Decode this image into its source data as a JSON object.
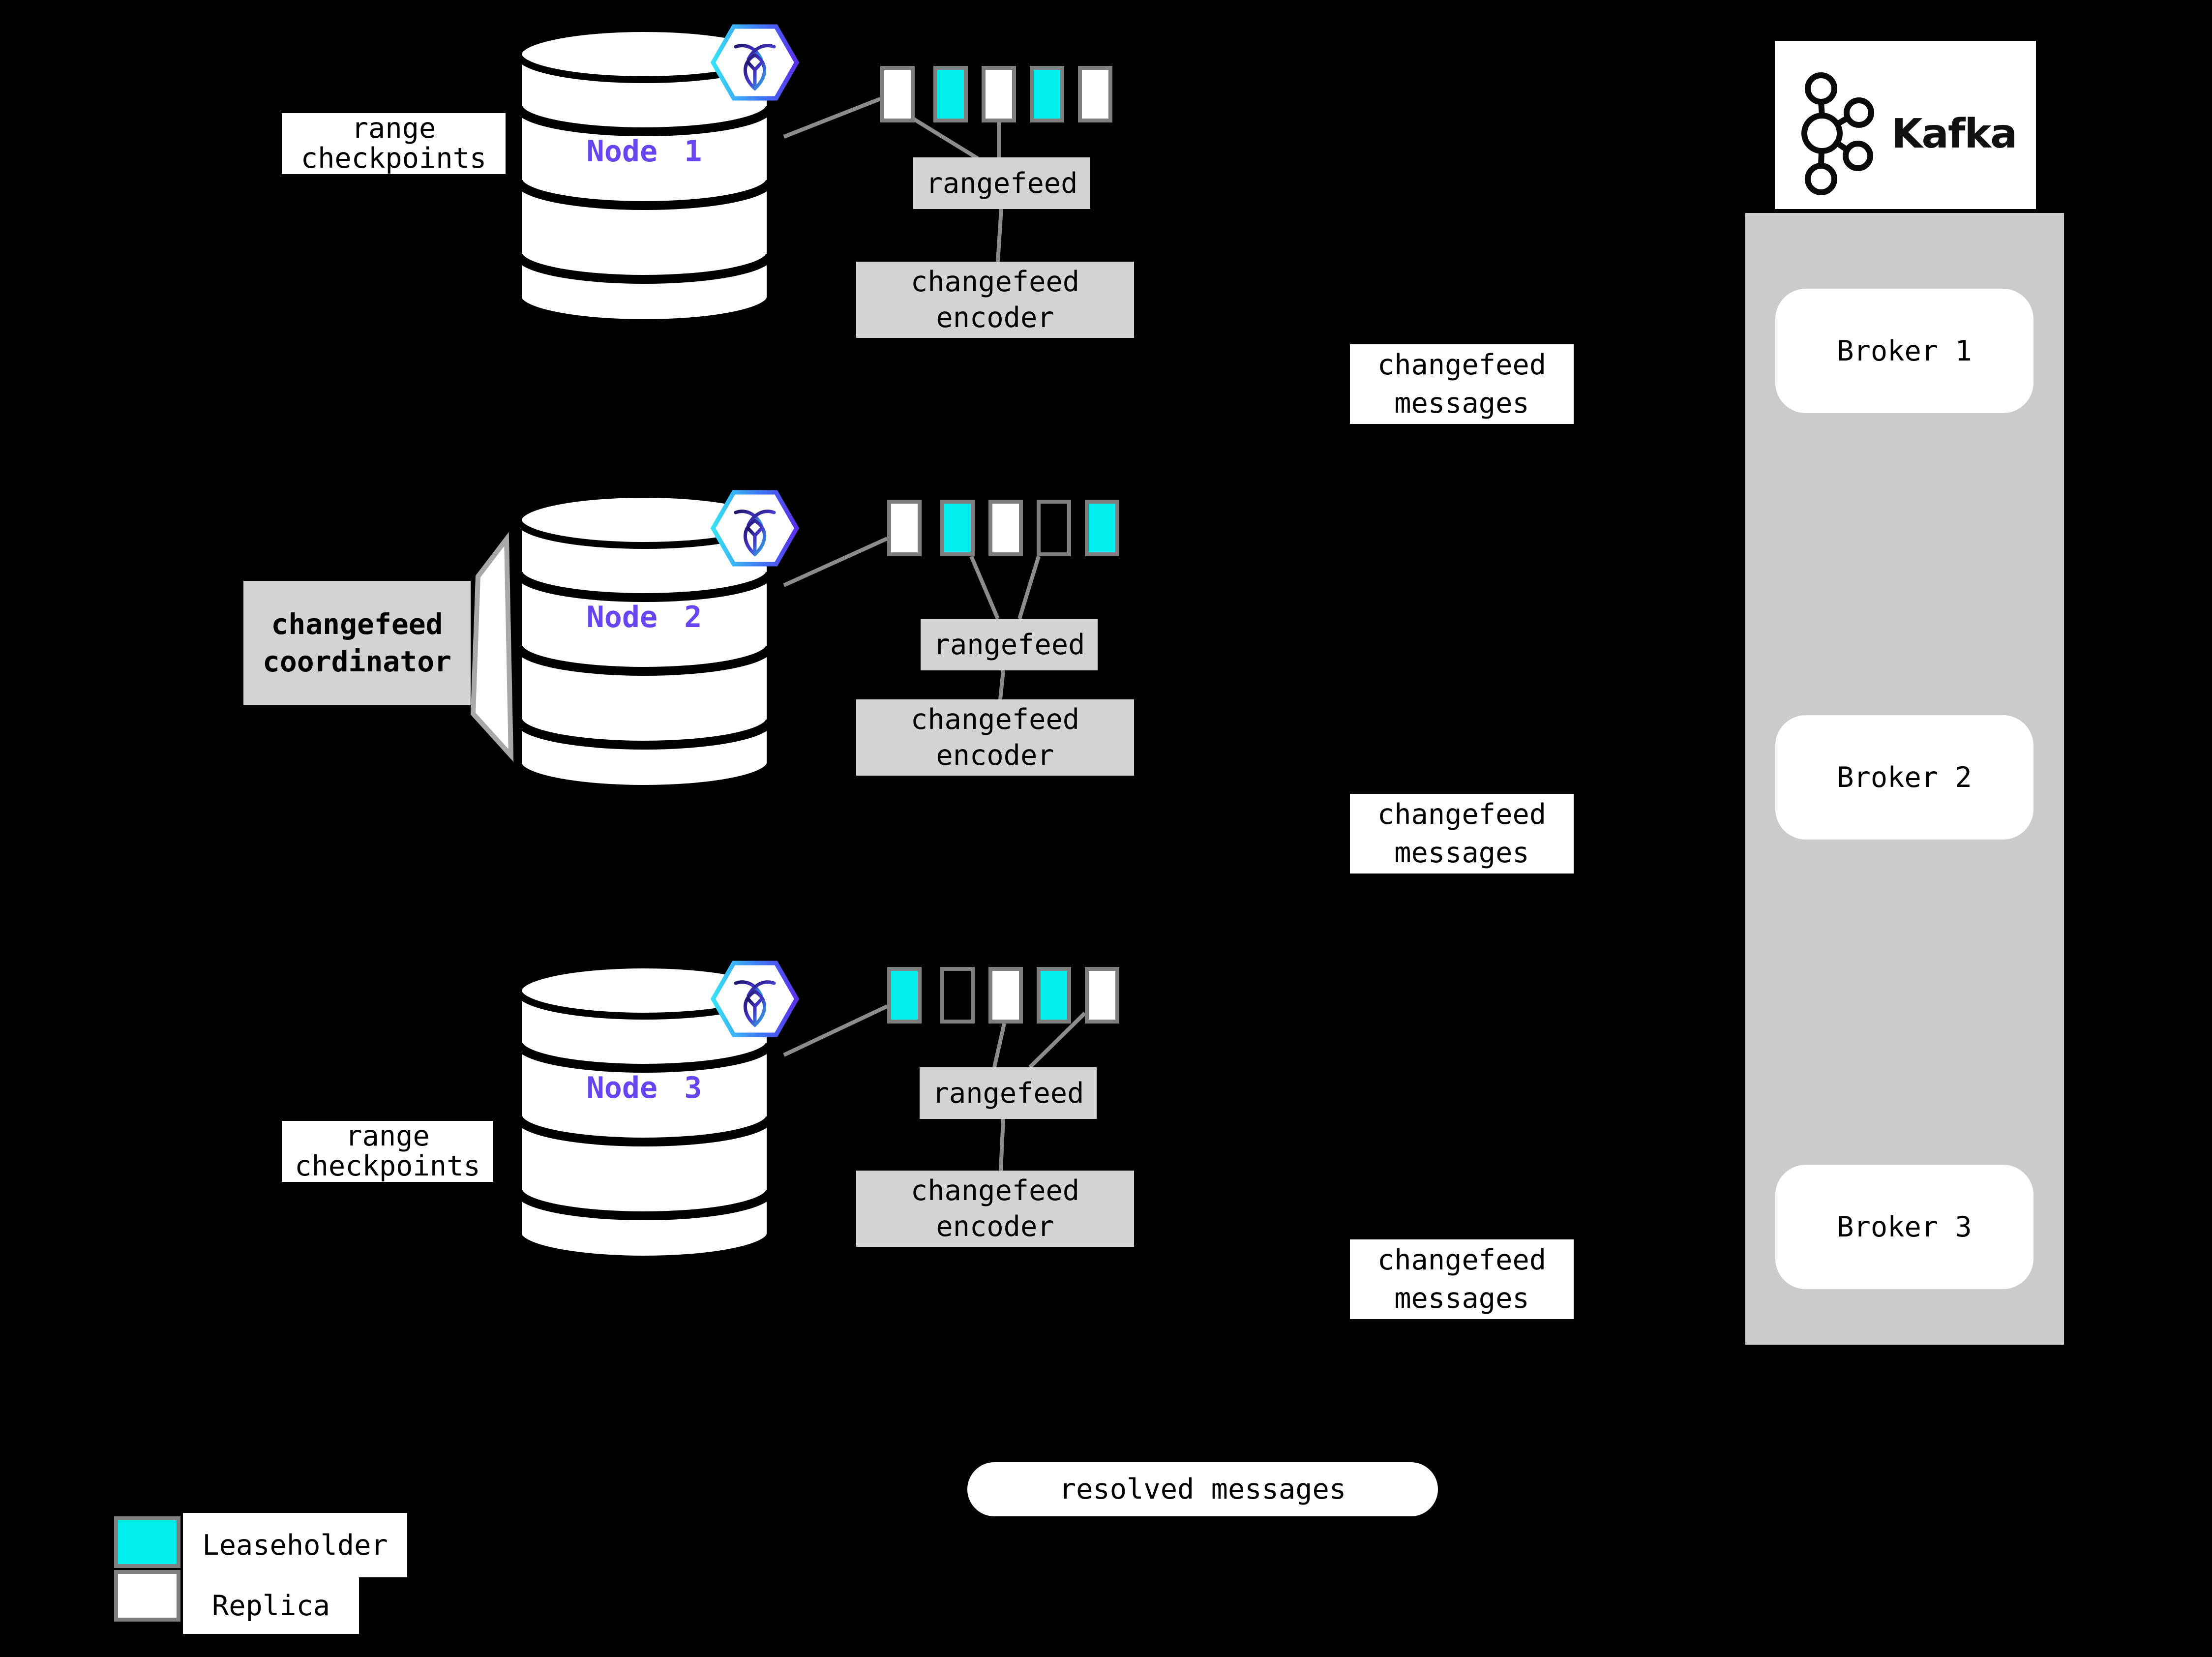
{
  "colors": {
    "background": "#000000",
    "leaseholder_cyan": "#00EEEE",
    "replica_white": "#FFFFFF",
    "process_box_gray": "#D3D3D3",
    "kafka_column_gray": "#CBCBCB",
    "connector_line_gray": "#8C8C8C",
    "range_border_gray": "#7E7E7E",
    "node_name_purple": "#6746EF"
  },
  "nodes": [
    {
      "name": "Node 1",
      "rangefeed_label": "rangefeed",
      "encoder_line1": "changefeed",
      "encoder_line2": "encoder",
      "ranges": [
        "replica",
        "leaseholder",
        "replica",
        "leaseholder",
        "replica"
      ]
    },
    {
      "name": "Node 2",
      "rangefeed_label": "rangefeed",
      "encoder_line1": "changefeed",
      "encoder_line2": "encoder",
      "ranges": [
        "replica",
        "leaseholder",
        "replica",
        "empty",
        "leaseholder"
      ]
    },
    {
      "name": "Node 3",
      "rangefeed_label": "rangefeed",
      "encoder_line1": "changefeed",
      "encoder_line2": "encoder",
      "ranges": [
        "leaseholder",
        "empty",
        "replica",
        "leaseholder",
        "replica"
      ]
    }
  ],
  "labels": {
    "range_checkpoints_line1": "range",
    "range_checkpoints_line2": "checkpoints",
    "changefeed_messages_line1": "changefeed",
    "changefeed_messages_line2": "messages",
    "coordinator_line1": "changefeed",
    "coordinator_line2": "coordinator",
    "resolved_messages": "resolved messages"
  },
  "kafka": {
    "brand": "Kafka",
    "brokers": [
      "Broker 1",
      "Broker 2",
      "Broker 3"
    ]
  },
  "legend": [
    {
      "kind": "leaseholder",
      "label": "Leaseholder"
    },
    {
      "kind": "replica",
      "label": "Replica"
    }
  ]
}
